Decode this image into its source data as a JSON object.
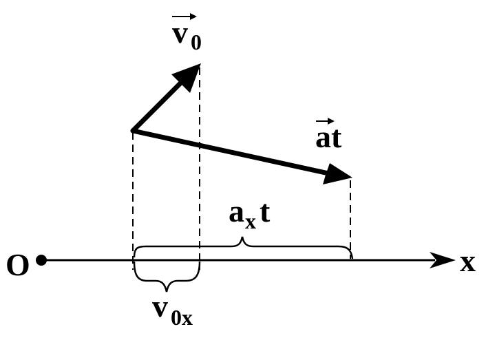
{
  "diagram": {
    "origin_label": "O",
    "axis_label": "x",
    "v0_vector_label": {
      "base": "v",
      "sub": "0"
    },
    "at_vector_label": {
      "base": "at"
    },
    "v0x_projection_label": {
      "base": "v",
      "sub": "0x"
    },
    "axt_projection_label": {
      "base": "a",
      "sub": "x",
      "tail": "t"
    },
    "colors": {
      "ink": "#000000",
      "background": "#ffffff"
    }
  }
}
